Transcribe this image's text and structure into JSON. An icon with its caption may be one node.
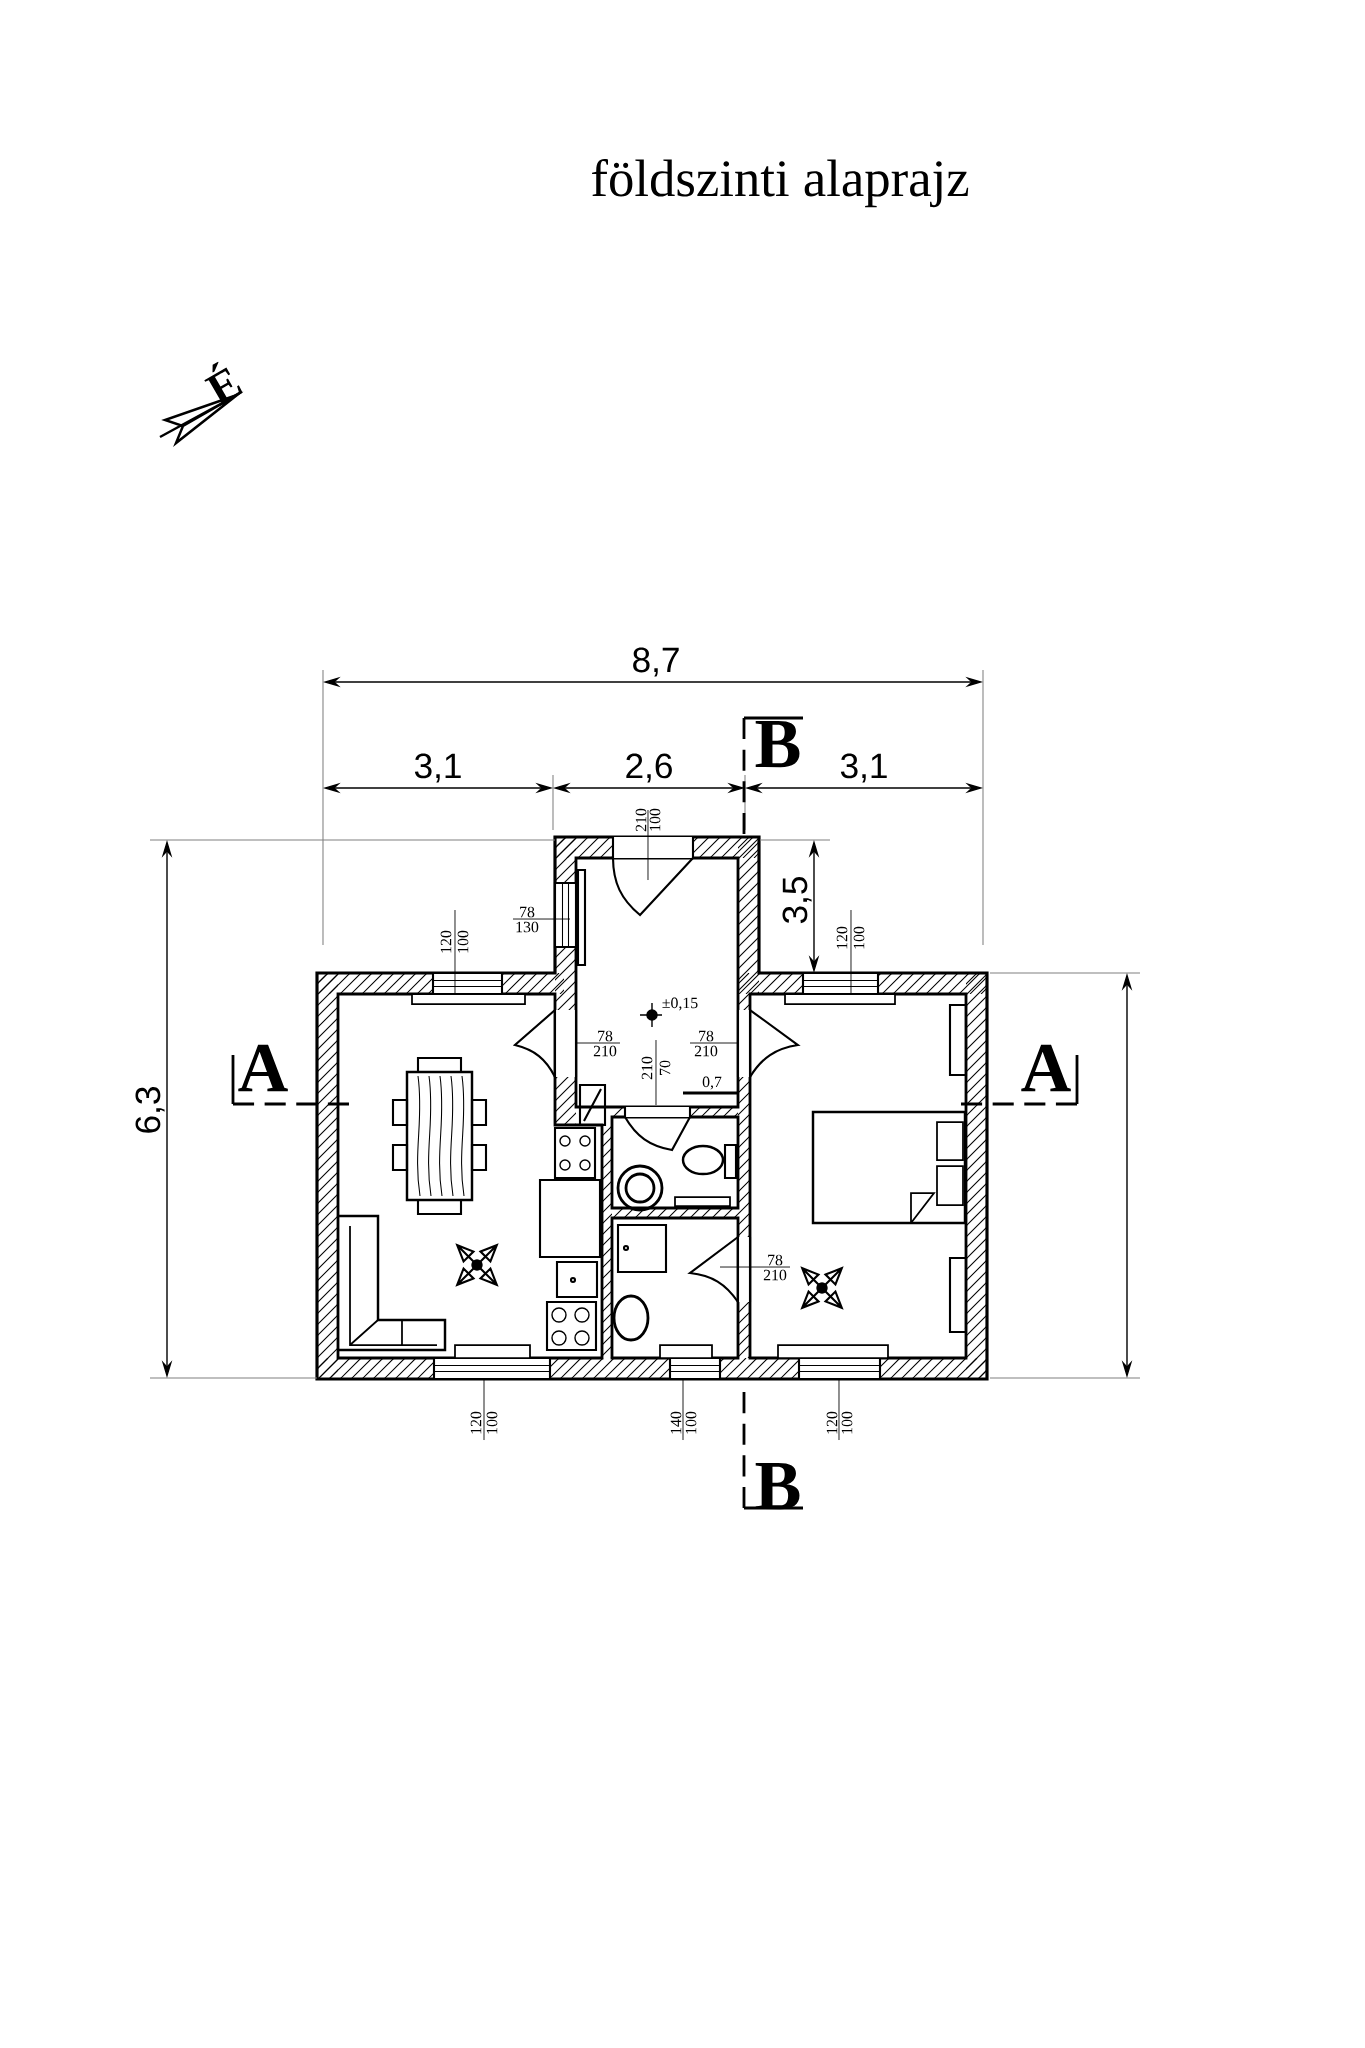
{
  "diagram": {
    "title": "földszinti alaprajz",
    "labels": [
      "É",
      "8,7",
      "3,1",
      "2,6",
      "B",
      "3,1",
      "210",
      "100",
      "3,5",
      "78",
      "130",
      "120",
      "100",
      "120",
      "100",
      "±0,15",
      "78",
      "210",
      "78",
      "210",
      "210",
      "70",
      "6,3",
      "A",
      "A",
      "0,7",
      "78",
      "210",
      "120",
      "100",
      "140",
      "100",
      "120",
      "100",
      "B"
    ]
  }
}
